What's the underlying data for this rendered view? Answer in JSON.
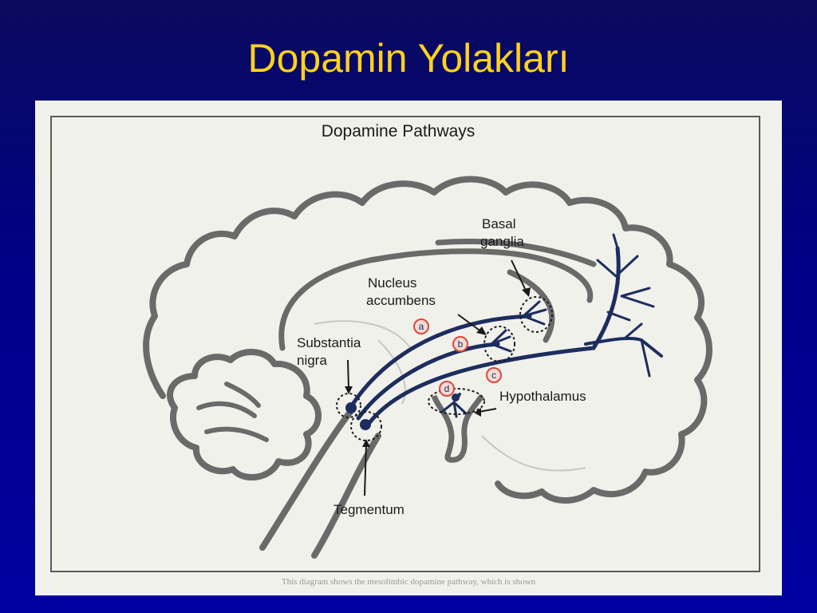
{
  "slide": {
    "title": "Dopamin Yolakları"
  },
  "diagram": {
    "title": "Dopamine Pathways",
    "labels": {
      "basal_ganglia_1": "Basal",
      "basal_ganglia_2": "ganglia",
      "nucleus_accumbens_1": "Nucleus",
      "nucleus_accumbens_2": "accumbens",
      "substantia_nigra_1": "Substantia",
      "substantia_nigra_2": "nigra",
      "hypothalamus": "Hypothalamus",
      "tegmentum": "Tegmentum"
    },
    "pathway_markers": [
      "a",
      "b",
      "c",
      "d"
    ],
    "caption": "This diagram shows the mesolimbic dopamine pathway, which is shown"
  },
  "colors": {
    "title": "#ffd21a",
    "pathway": "#1d2d5e",
    "outline": "#6a6a6a",
    "marker_ring": "#e0463a"
  }
}
